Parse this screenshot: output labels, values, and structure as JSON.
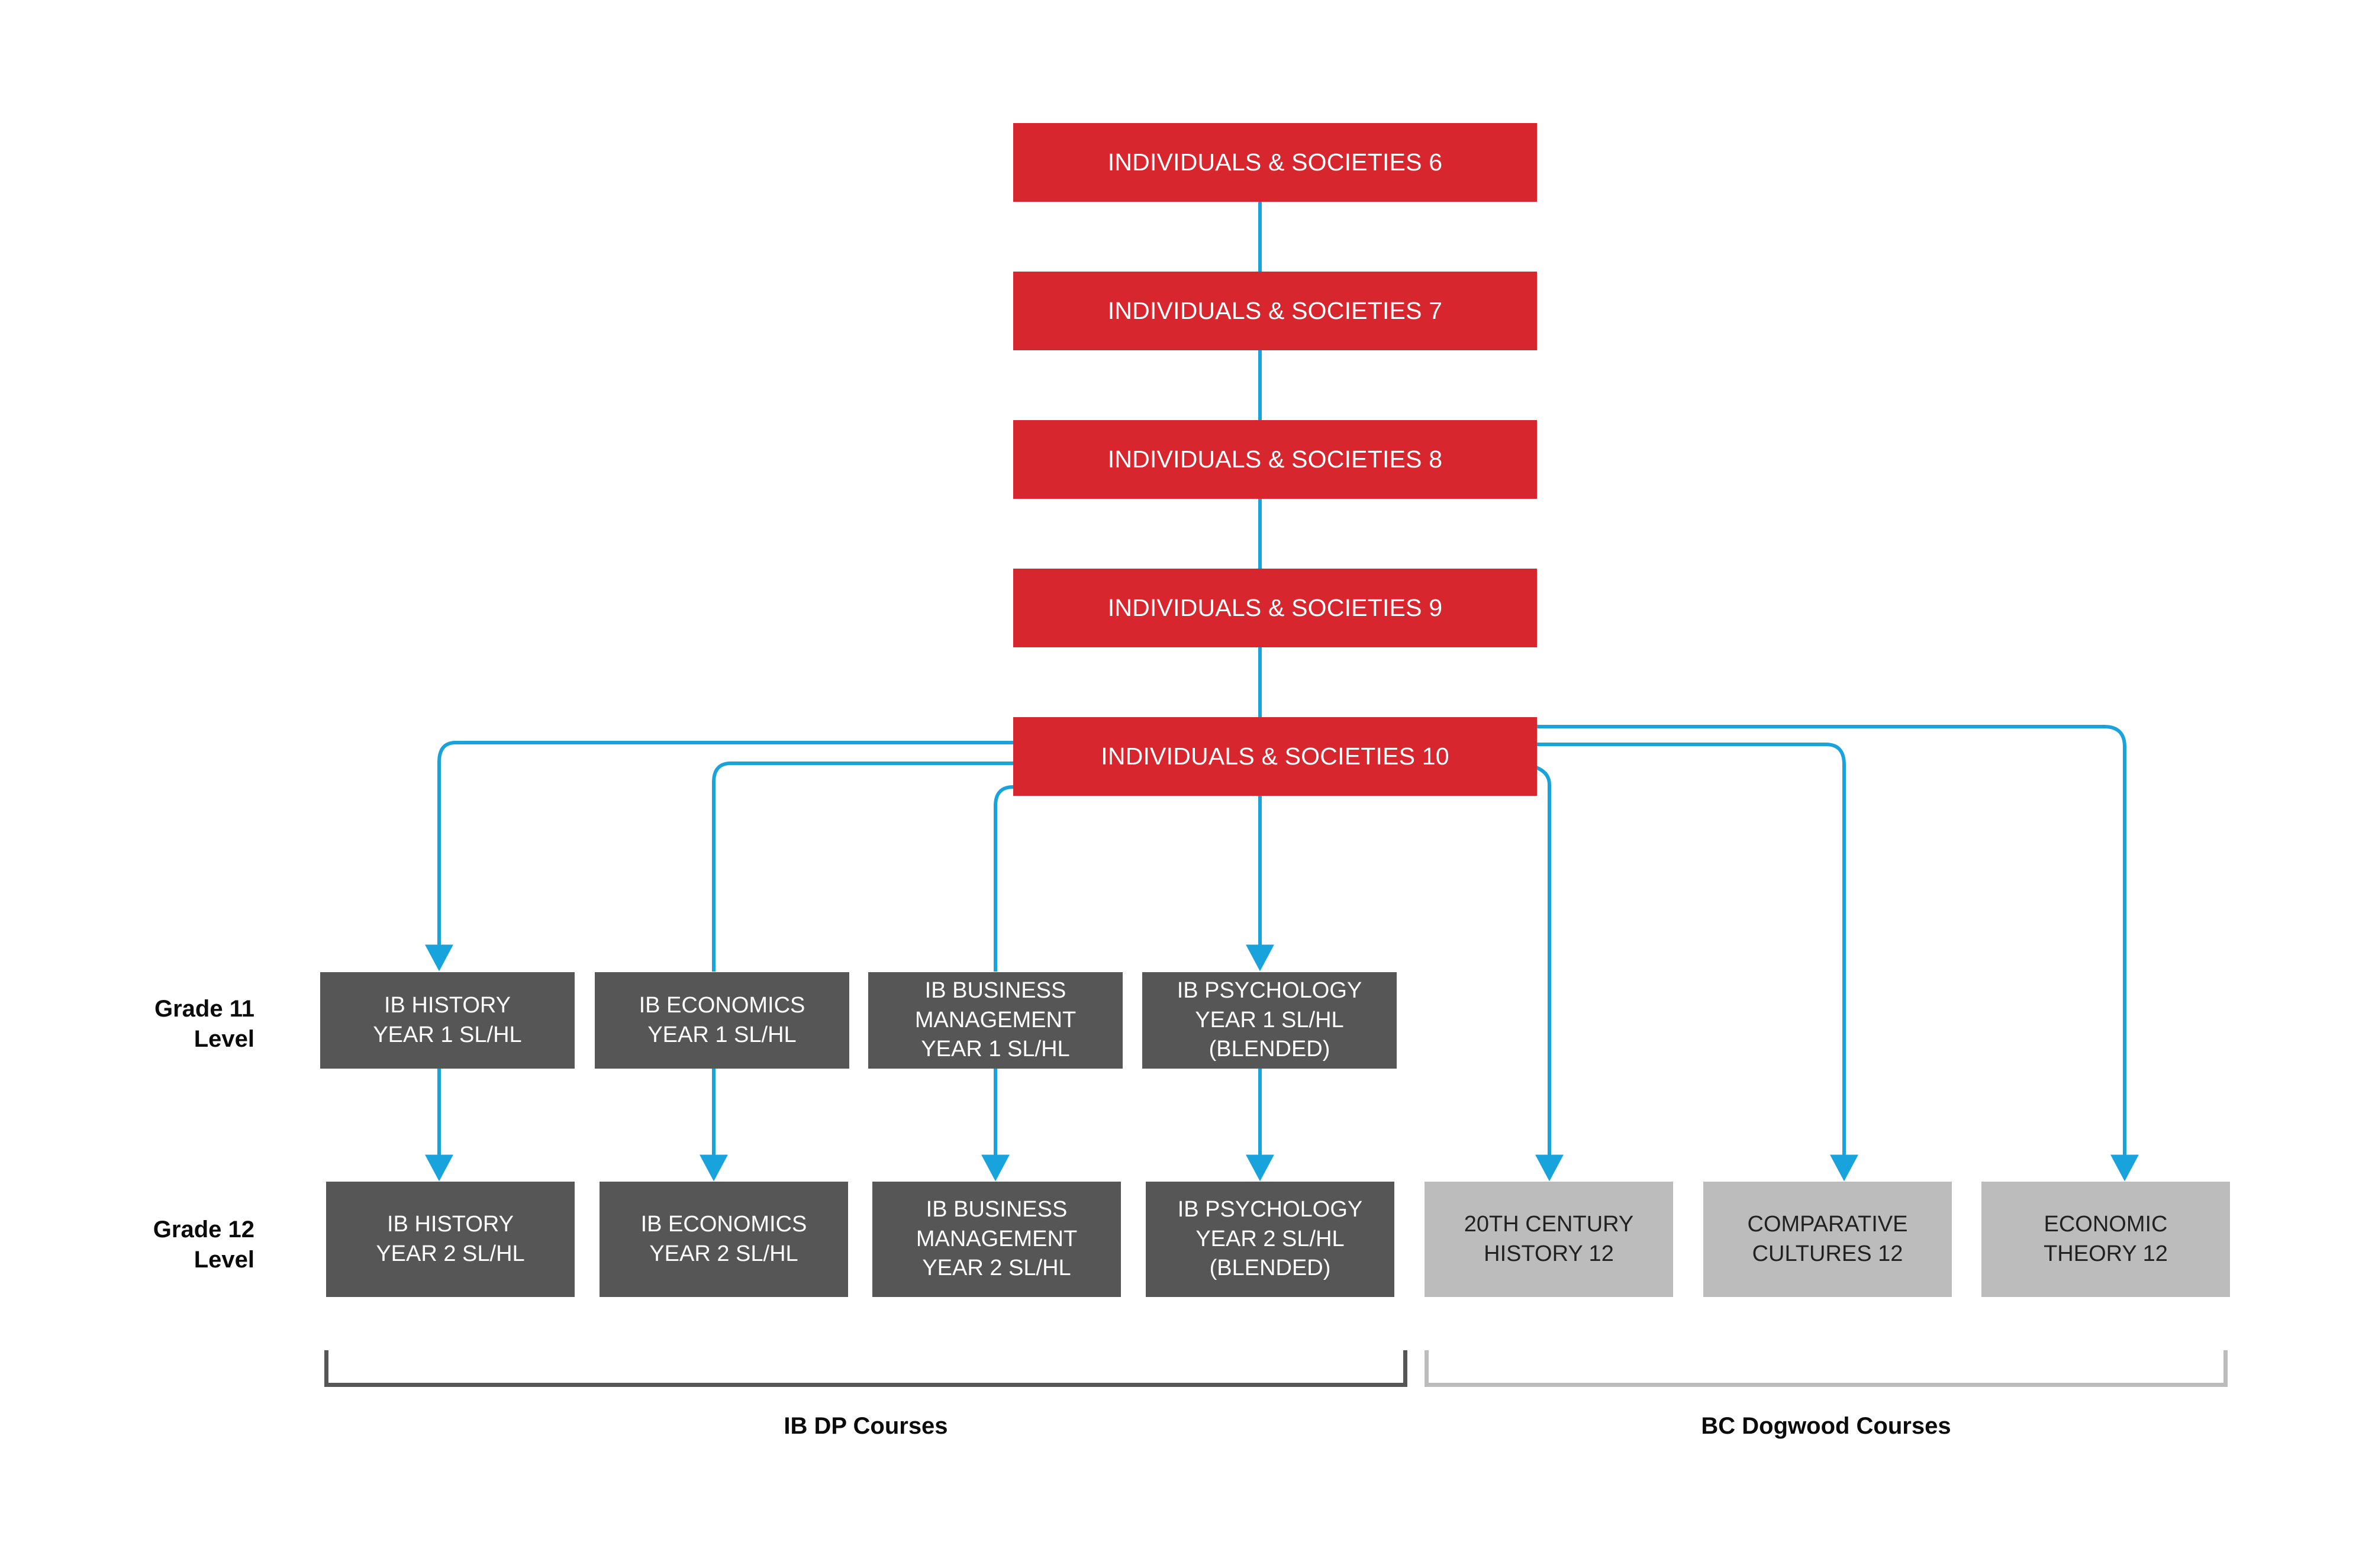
{
  "diagram": {
    "title_present": false,
    "colors": {
      "red_node": "#D8262E",
      "dark_node": "#565656",
      "gray_node": "#BCBCBC",
      "connector": "#19A3DC",
      "dp_bracket": "#565656",
      "bc_bracket": "#BCBCBC",
      "text_on_red": "#FFFFFF",
      "text_on_dark": "#FFFFFF",
      "text_on_gray": "#212121"
    },
    "spine": [
      {
        "id": "is6",
        "label": "INDIVIDUALS & SOCIETIES 6"
      },
      {
        "id": "is7",
        "label": "INDIVIDUALS & SOCIETIES 7"
      },
      {
        "id": "is8",
        "label": "INDIVIDUALS & SOCIETIES 8"
      },
      {
        "id": "is9",
        "label": "INDIVIDUALS & SOCIETIES 9"
      },
      {
        "id": "is10",
        "label": "INDIVIDUALS & SOCIETIES 10"
      }
    ],
    "row_labels": {
      "grade11": {
        "line1": "Grade 11",
        "line2": "Level"
      },
      "grade12": {
        "line1": "Grade 12",
        "line2": "Level"
      }
    },
    "grade11": [
      {
        "id": "hist11",
        "lines": [
          "IB HISTORY",
          "YEAR 1 SL/HL"
        ]
      },
      {
        "id": "econ11",
        "lines": [
          "IB ECONOMICS",
          "YEAR 1 SL/HL"
        ]
      },
      {
        "id": "busi11",
        "lines": [
          "IB BUSINESS",
          "MANAGEMENT",
          "YEAR 1 SL/HL"
        ]
      },
      {
        "id": "psyc11",
        "lines": [
          "IB PSYCHOLOGY",
          "YEAR 1 SL/HL",
          "(BLENDED)"
        ]
      }
    ],
    "grade12_dp": [
      {
        "id": "hist12",
        "lines": [
          "IB HISTORY",
          "YEAR 2 SL/HL"
        ]
      },
      {
        "id": "econ12",
        "lines": [
          "IB ECONOMICS",
          "YEAR 2 SL/HL"
        ]
      },
      {
        "id": "busi12",
        "lines": [
          "IB BUSINESS",
          "MANAGEMENT",
          "YEAR 2 SL/HL"
        ]
      },
      {
        "id": "psyc12",
        "lines": [
          "IB PSYCHOLOGY",
          "YEAR 2 SL/HL",
          "(BLENDED)"
        ]
      }
    ],
    "grade12_dogwood": [
      {
        "id": "hist20c",
        "lines": [
          "20TH CENTURY",
          "HISTORY 12"
        ]
      },
      {
        "id": "compcul",
        "lines": [
          "COMPARATIVE",
          "CULTURES 12"
        ]
      },
      {
        "id": "econthy",
        "lines": [
          "ECONOMIC",
          "THEORY 12"
        ]
      }
    ],
    "groups": {
      "dp": "IB DP Courses",
      "bc": "BC Dogwood Courses"
    }
  }
}
